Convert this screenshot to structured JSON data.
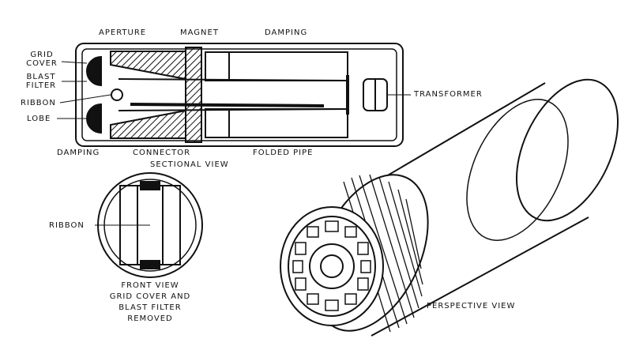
{
  "sectional_view": {
    "title": "SECTIONAL VIEW",
    "labels": {
      "aperture": "APERTURE",
      "magnet": "MAGNET",
      "damping_top": "DAMPING",
      "grid_cover": "GRID COVER",
      "blast_filter": "BLAST FILTER",
      "ribbon": "RIBBON",
      "lobe": "LOBE",
      "transformer": "TRANSFORMER",
      "damping_bottom": "DAMPING",
      "connector": "CONNECTOR",
      "folded_pipe": "FOLDED PIPE"
    }
  },
  "front_view": {
    "ribbon_label": "RIBBON",
    "caption_1": "FRONT VIEW",
    "caption_2": "GRID COVER AND",
    "caption_3": "BLAST FILTER",
    "caption_4": "REMOVED"
  },
  "perspective_view": {
    "caption": "PERSPECTIVE VIEW"
  }
}
